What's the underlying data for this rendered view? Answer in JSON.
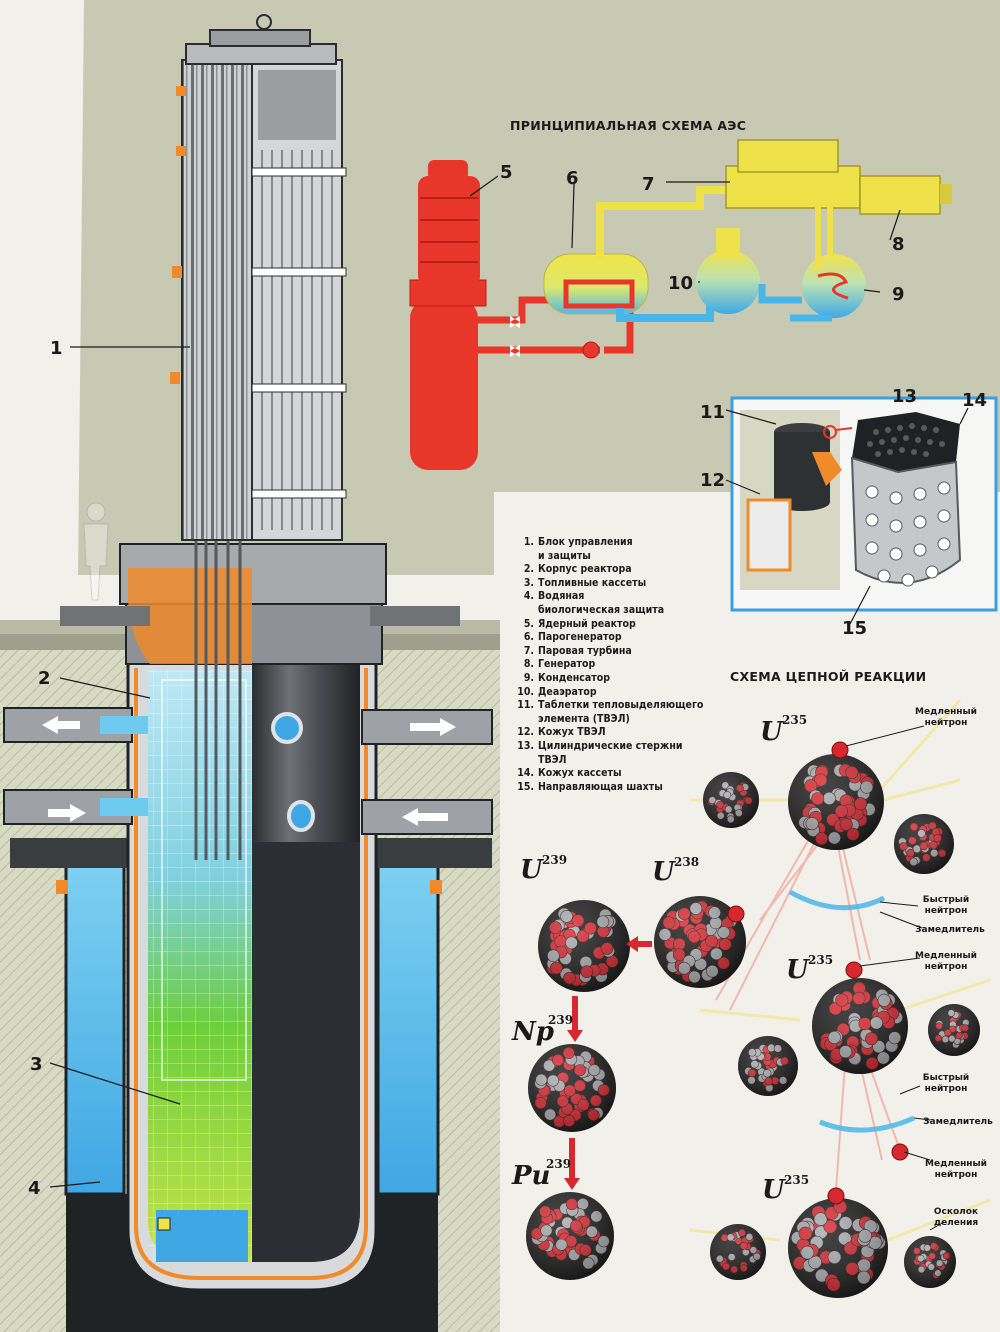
{
  "titles": {
    "plant_scheme": "ПРИНЦИПИАЛЬНАЯ СХЕМА АЭС",
    "chain_reaction": "СХЕМА ЦЕПНОЙ РЕАКЦИИ"
  },
  "callouts": [
    "1",
    "2",
    "3",
    "4",
    "5",
    "6",
    "7",
    "8",
    "9",
    "10",
    "11",
    "12",
    "13",
    "14",
    "15"
  ],
  "legend": [
    {
      "n": "1.",
      "t": "Блок управления"
    },
    {
      "n": "",
      "t": "и защиты"
    },
    {
      "n": "2.",
      "t": "Корпус реактора"
    },
    {
      "n": "3.",
      "t": "Топливные кассеты"
    },
    {
      "n": "4.",
      "t": "Водяная"
    },
    {
      "n": "",
      "t": "биологическая защита"
    },
    {
      "n": "5.",
      "t": "Ядерный реактор"
    },
    {
      "n": "6.",
      "t": "Парогенератор"
    },
    {
      "n": "7.",
      "t": "Паровая турбина"
    },
    {
      "n": "8.",
      "t": "Генератор"
    },
    {
      "n": "9.",
      "t": "Конденсатор"
    },
    {
      "n": "10.",
      "t": "Деаэратор"
    },
    {
      "n": "11.",
      "t": "Таблетки тепловыделяющего"
    },
    {
      "n": "",
      "t": "элемента (ТВЭЛ)"
    },
    {
      "n": "12.",
      "t": "Кожух ТВЭЛ"
    },
    {
      "n": "13.",
      "t": "Цилиндрические стержни"
    },
    {
      "n": "",
      "t": "ТВЭЛ"
    },
    {
      "n": "14.",
      "t": "Кожух кассеты"
    },
    {
      "n": "15.",
      "t": "Направляющая шахты"
    }
  ],
  "isotopes": {
    "u235_sym": "U",
    "u235_mass": "235",
    "u238_sym": "U",
    "u238_mass": "238",
    "u239_sym": "U",
    "u239_mass": "239",
    "np_sym": "Np",
    "np_mass": "239",
    "pu_sym": "Pu",
    "pu_mass": "239"
  },
  "reaction_labels": {
    "slow_neutron_1": "Медленный",
    "slow_neutron_2": "нейтрон",
    "fast_neutron_1": "Быстрый",
    "fast_neutron_2": "нейтрон",
    "moderator": "Замедлитель",
    "fragment_1": "Осколок",
    "fragment_2": "деления"
  },
  "colors": {
    "background_upper": "#c9c9b4",
    "background_lower": "#dfe0c8",
    "reactor_red": "#e8362a",
    "steam_yellow": "#efe14a",
    "water_blue": "#49b6ea",
    "fuel_green": "#7fd83a",
    "steel_dark": "#3a3d40",
    "nucleus_red": "#d9272e",
    "nucleus_grey": "#a9adb1"
  }
}
